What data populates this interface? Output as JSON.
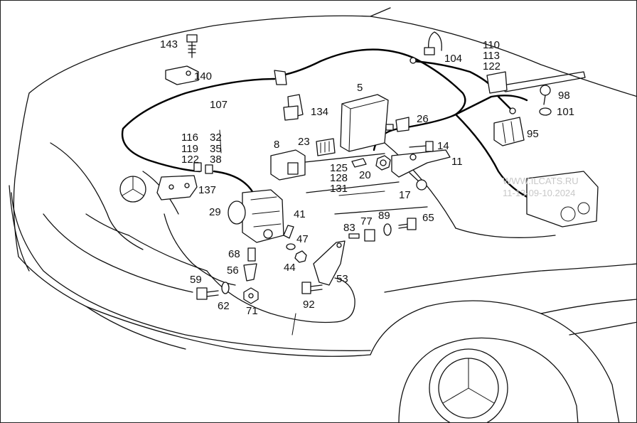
{
  "watermark": {
    "line1": "WWW.ILCATS.RU",
    "line2": "11-13-09-10.2024"
  },
  "callouts": [
    {
      "id": "143",
      "text": "143"
    },
    {
      "id": "140",
      "text": "140"
    },
    {
      "id": "107",
      "text": "107"
    },
    {
      "id": "116",
      "text": "116"
    },
    {
      "id": "119",
      "text": "119"
    },
    {
      "id": "122a",
      "text": "122"
    },
    {
      "id": "32",
      "text": "32"
    },
    {
      "id": "35",
      "text": "35"
    },
    {
      "id": "38",
      "text": "38"
    },
    {
      "id": "137",
      "text": "137"
    },
    {
      "id": "29",
      "text": "29"
    },
    {
      "id": "8",
      "text": "8"
    },
    {
      "id": "23",
      "text": "23"
    },
    {
      "id": "134",
      "text": "134"
    },
    {
      "id": "5",
      "text": "5"
    },
    {
      "id": "26",
      "text": "26"
    },
    {
      "id": "104",
      "text": "104"
    },
    {
      "id": "110",
      "text": "110"
    },
    {
      "id": "113",
      "text": "113"
    },
    {
      "id": "122b",
      "text": "122"
    },
    {
      "id": "98",
      "text": "98"
    },
    {
      "id": "101",
      "text": "101"
    },
    {
      "id": "95",
      "text": "95"
    },
    {
      "id": "14",
      "text": "14"
    },
    {
      "id": "11",
      "text": "11"
    },
    {
      "id": "20",
      "text": "20"
    },
    {
      "id": "125",
      "text": "125"
    },
    {
      "id": "128",
      "text": "128"
    },
    {
      "id": "131",
      "text": "131"
    },
    {
      "id": "17",
      "text": "17"
    },
    {
      "id": "41",
      "text": "41"
    },
    {
      "id": "47",
      "text": "47"
    },
    {
      "id": "44",
      "text": "44"
    },
    {
      "id": "68",
      "text": "68"
    },
    {
      "id": "56",
      "text": "56"
    },
    {
      "id": "59",
      "text": "59"
    },
    {
      "id": "62",
      "text": "62"
    },
    {
      "id": "71",
      "text": "71"
    },
    {
      "id": "83",
      "text": "83"
    },
    {
      "id": "77",
      "text": "77"
    },
    {
      "id": "89",
      "text": "89"
    },
    {
      "id": "65",
      "text": "65"
    },
    {
      "id": "53",
      "text": "53"
    },
    {
      "id": "92",
      "text": "92"
    }
  ]
}
